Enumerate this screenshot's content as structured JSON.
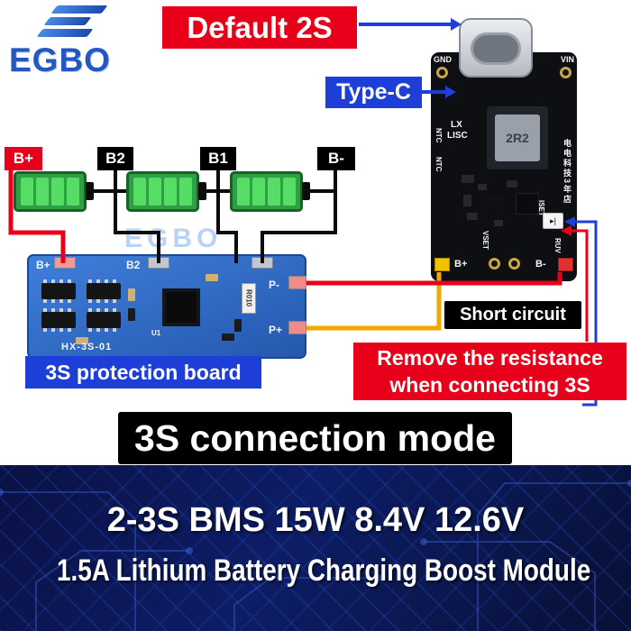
{
  "brand": {
    "name": "EGBO",
    "watermark": "EGBO"
  },
  "callouts": {
    "default_2s": "Default 2S",
    "type_c": "Type-C",
    "short_circuit": "Short circuit",
    "remove_resistance_line1": "Remove the resistance",
    "remove_resistance_line2": "when connecting 3S",
    "protection_board": "3S protection board",
    "connection_mode": "3S connection mode"
  },
  "battery_pack": {
    "labels": [
      "B+",
      "B2",
      "B1",
      "B-"
    ]
  },
  "bms_board": {
    "b_plus": "B+",
    "b2": "B2",
    "p_minus": "P-",
    "p_plus": "P+",
    "u1": "U1",
    "r010": "R010",
    "model": "HX-3S-01"
  },
  "charger_board": {
    "gnd": "GND",
    "vin": "VIN",
    "lx": "LX",
    "lisc": "LISC",
    "inductor": "2R2",
    "ntc_top": "NTC",
    "ntc_bottom": "NTC",
    "vset": "VSET",
    "iset": "ISET",
    "ruv": "RUV",
    "side_text": "电电科技3年店",
    "b_plus": "B+",
    "b_minus": "B-"
  },
  "footer": {
    "line1": "2-3S BMS 15W 8.4V 12.6V",
    "line2": "1.5A Lithium Battery Charging Boost Module"
  },
  "colors": {
    "red": "#e8001b",
    "blue": "#1e3ed8",
    "wire_orange": "#f2a800",
    "battery_green": "#2f9e44",
    "pcb_blue": "#2f6fd0",
    "logo_blue": "#2257c4",
    "footer_bg": "#081034"
  }
}
